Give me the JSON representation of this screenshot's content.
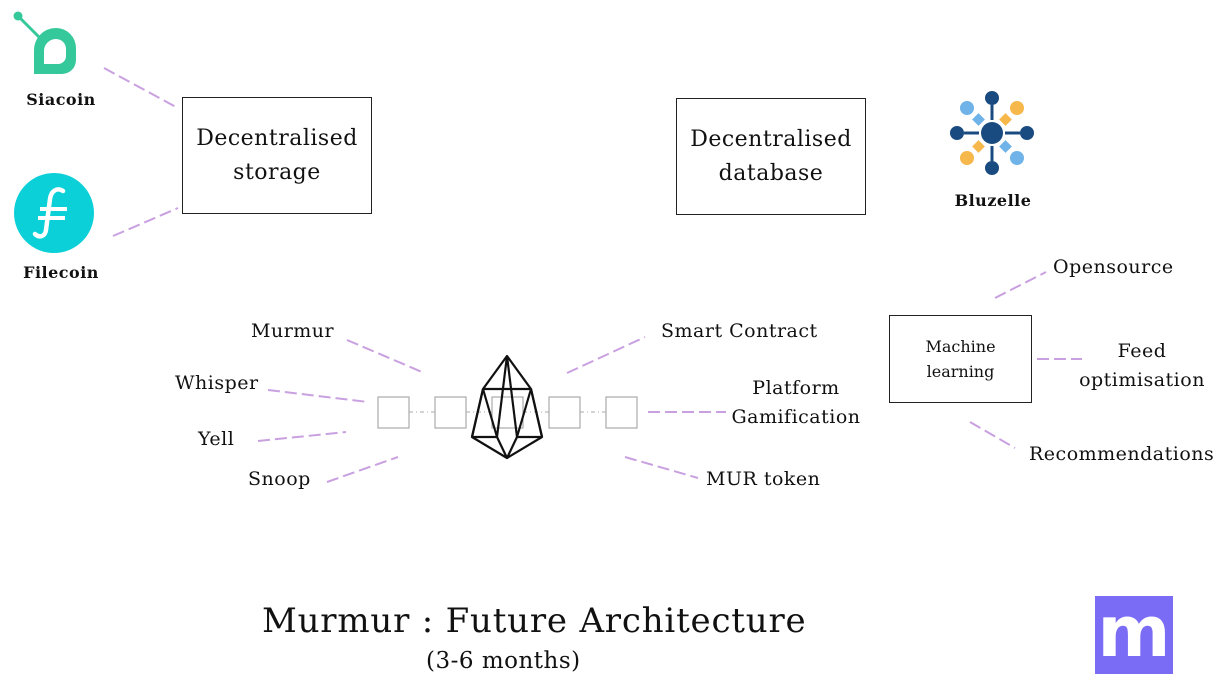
{
  "title": "Murmur : Future Architecture",
  "subtitle": "(3-6 months)",
  "colors": {
    "connector": "#c9a0e0",
    "siacoin": "#35c89a",
    "filecoin": "#0bd0d8",
    "bluzelle_dark": "#1a4b80",
    "bluzelle_light": "#6fb3e8",
    "bluzelle_yellow": "#f7b84b",
    "brand": "#7b6cf6"
  },
  "storage": {
    "box_lines": [
      "Decentralised",
      "storage"
    ],
    "providers": [
      {
        "name": "Siacoin",
        "icon": "siacoin-logo-icon"
      },
      {
        "name": "Filecoin",
        "icon": "filecoin-logo-icon"
      }
    ]
  },
  "database": {
    "box_lines": [
      "Decentralised",
      "database"
    ],
    "provider": {
      "name": "Bluzelle",
      "icon": "bluzelle-logo-icon"
    }
  },
  "core": {
    "icon": "eos-logo-icon",
    "left_labels": [
      "Murmur",
      "Whisper",
      "Yell",
      "Snoop"
    ],
    "right_labels": {
      "smart_contract": "Smart Contract",
      "platform": "Platform",
      "gamification": "Gamification",
      "token": "MUR token"
    }
  },
  "ml": {
    "box_lines": [
      "Machine",
      "learning"
    ],
    "opensource": "Opensource",
    "feed_1": "Feed",
    "feed_2": "optimisation",
    "recommendations": "Recommendations"
  },
  "brand": {
    "letter": "m",
    "icon": "murmur-logo-icon"
  }
}
